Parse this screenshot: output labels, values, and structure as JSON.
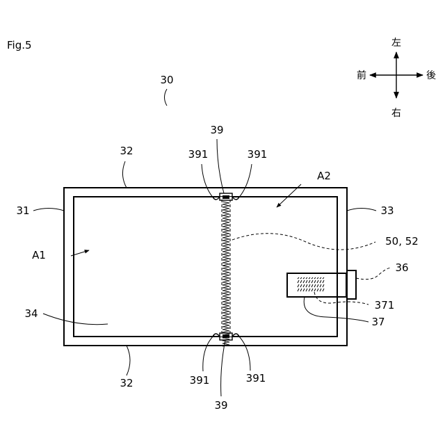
{
  "figure": {
    "title": "Fig.5",
    "ref_main": "30",
    "labels": {
      "l31": "31",
      "l32_top": "32",
      "l32_bottom": "32",
      "l33": "33",
      "l34": "34",
      "l36": "36",
      "l37": "37",
      "l371": "371",
      "l39_top": "39",
      "l39_bottom": "39",
      "l391_tl": "391",
      "l391_tr": "391",
      "l391_bl": "391",
      "l391_br": "391",
      "l50_52": "50, 52",
      "lA1": "A1",
      "lA2": "A2"
    },
    "compass": {
      "up": "左",
      "down": "右",
      "left": "前",
      "right": "後"
    }
  }
}
